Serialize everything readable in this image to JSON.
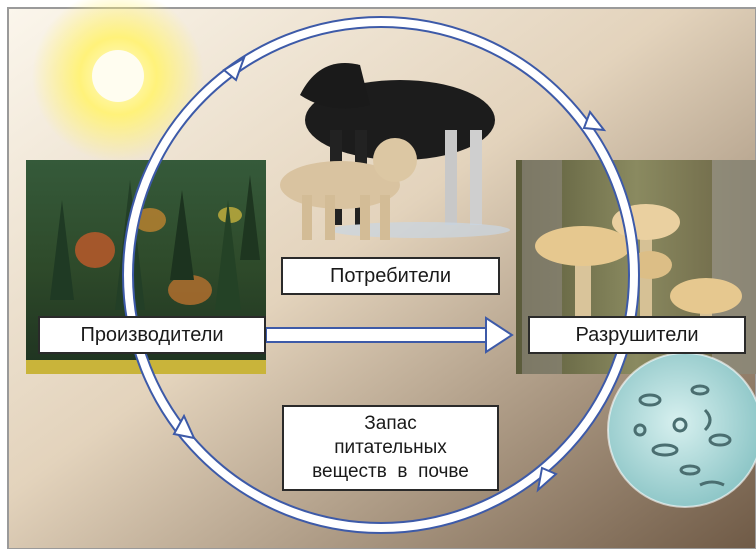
{
  "labels": {
    "producers": "Производители",
    "consumers": "Потребители",
    "decomposers": "Разрушители",
    "soil_line1": "Запас",
    "soil_line2": "питательных",
    "soil_line3": "веществ  в  почве"
  },
  "colors": {
    "background_light": "#f4ece0",
    "background_dark": "#7a6652",
    "cycle_arrow": "#ffffff",
    "cycle_arrow_outline": "#3d5aa8",
    "sun": "#fff7c0",
    "sun_glow": "#fff176"
  },
  "icons": [
    "sun-icon",
    "moose-icon",
    "lynx-icon",
    "mushroom-icon",
    "microbe-icon",
    "forest-image",
    "arrow-icon"
  ]
}
